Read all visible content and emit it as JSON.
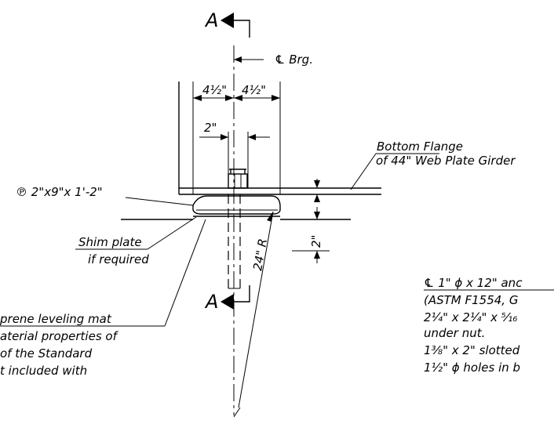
{
  "section_marks": {
    "top": "A",
    "bottom": "A"
  },
  "labels": {
    "centerline_bearing": "℄ Brg.",
    "dim_left_half": "4½\"",
    "dim_right_half": "4½\"",
    "dim_slot": "2\"",
    "bottom_flange_line1": "Bottom Flange",
    "bottom_flange_line2": "of 44\" Web Plate Girder",
    "plate": "℗ 2\"x9\"x 1'-2\"",
    "shim_line1": "Shim plate",
    "shim_line2": "if required",
    "dim_vertical": "2\"",
    "radius": "24\" R",
    "neoprene_line1": "prene leveling mat",
    "neoprene_line2": "aterial properties of",
    "neoprene_line3": "of the Standard",
    "neoprene_line4": "t included with",
    "note_line1": "℄ 1\" ϕ x 12\" anc",
    "note_line2": "(ASTM F1554, G",
    "note_line3": "2¼\" x 2¼\" x ⁵⁄₁₆",
    "note_line4": "under nut.",
    "note_line5": "1⅜\" x 2\" slotted",
    "note_line6": "1½\" ϕ holes in b"
  }
}
